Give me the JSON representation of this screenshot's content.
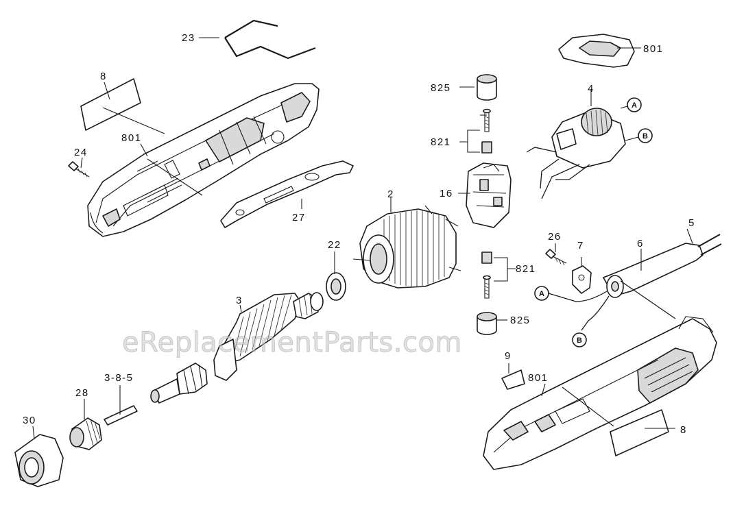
{
  "watermark": "eReplacementParts.com",
  "callouts": {
    "c23": "23",
    "c8_top": "8",
    "c801_left": "801",
    "c24": "24",
    "c27": "27",
    "c825_top": "825",
    "c821_top": "821",
    "c16": "16",
    "c801_top": "801",
    "c4": "4",
    "cA_top": "A",
    "cB_top": "B",
    "c2": "2",
    "c22": "22",
    "c3": "3",
    "c385": "3-8-5",
    "c28": "28",
    "c30": "30",
    "c821_bot": "821",
    "c825_bot": "825",
    "c26": "26",
    "c7": "7",
    "c6": "6",
    "c5": "5",
    "cA_bot": "A",
    "cB_bot": "B",
    "c9": "9",
    "c801_bot": "801",
    "c8_bot": "8"
  }
}
